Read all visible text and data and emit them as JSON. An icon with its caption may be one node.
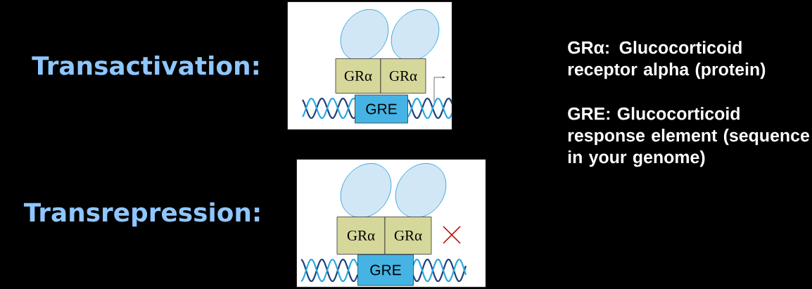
{
  "diagram": {
    "nodes": [
      {
        "text": [
          "Transactivation:"
        ]
      },
      {
        "text": [],
        "shape": "ellipse",
        "in": 0
      },
      {
        "text": [],
        "shape": "ellipse",
        "in": 0
      },
      {
        "text": [
          "GRα"
        ],
        "in": 0
      },
      {
        "text": [
          "GRα"
        ],
        "in": 0
      },
      {
        "text": [
          "GRE"
        ],
        "in": 0
      },
      {
        "text": [
          "Transrepression:"
        ]
      },
      {
        "text": [],
        "shape": "ellipse",
        "in": 6
      },
      {
        "text": [],
        "shape": "ellipse",
        "in": 6
      },
      {
        "text": [
          "GRα"
        ],
        "in": 6
      },
      {
        "text": [
          "GRα"
        ],
        "in": 6
      },
      {
        "text": [
          "GRE"
        ],
        "in": 6
      }
    ],
    "labels": [
      "GRα: Glucocorticoid receptor alpha (protein)",
      "GRE: Glucocorticoid response element (sequence in your genome)"
    ]
  }
}
